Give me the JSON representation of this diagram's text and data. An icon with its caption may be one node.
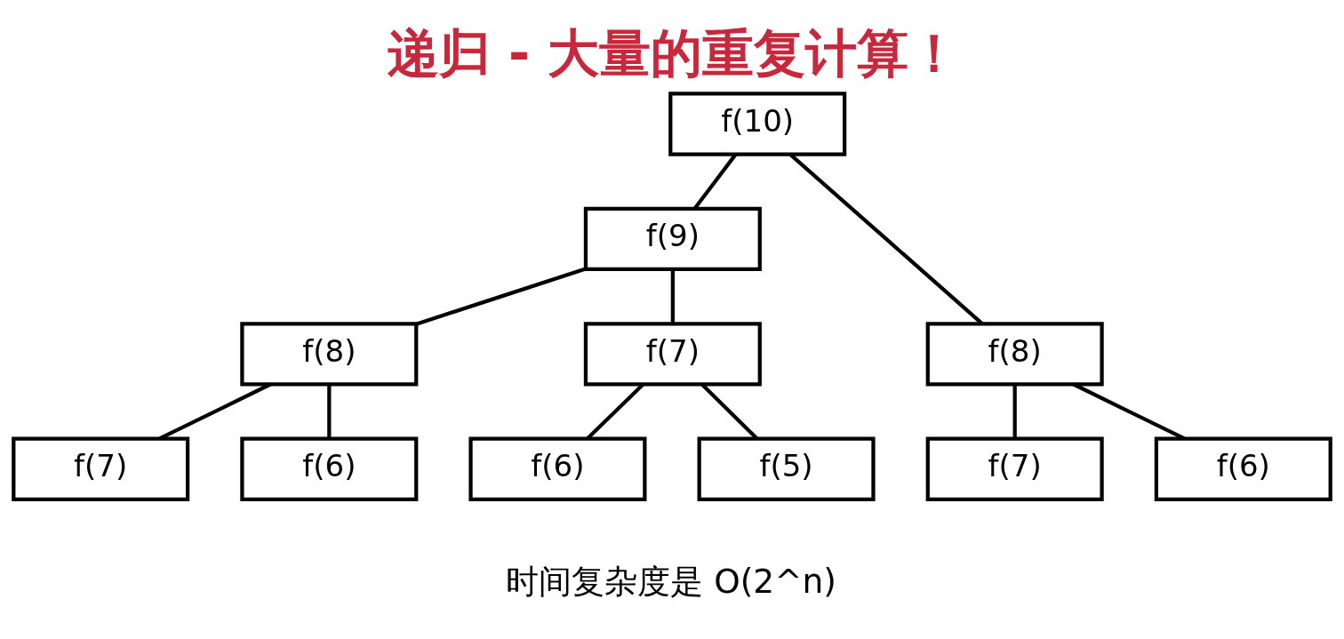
{
  "diagram": {
    "title": "递归 - 大量的重复计算！",
    "caption": "时间复杂度是 O(2^n)",
    "nodes": [
      {
        "text": [
          "f(10)"
        ]
      },
      {
        "text": [
          "f(9)"
        ]
      },
      {
        "text": [
          "f(8)"
        ]
      },
      {
        "text": [
          "f(8)"
        ]
      },
      {
        "text": [
          "f(7)"
        ]
      },
      {
        "text": [
          "f(7)"
        ]
      },
      {
        "text": [
          "f(6)"
        ]
      },
      {
        "text": [
          "f(7)"
        ]
      },
      {
        "text": [
          "f(6)"
        ]
      },
      {
        "text": [
          "f(6)"
        ]
      },
      {
        "text": [
          "f(5)"
        ]
      }
    ],
    "edges": [
      {
        "from": 0,
        "to": 1,
        "arrow": "none"
      },
      {
        "from": 0,
        "to": 2,
        "arrow": "none"
      },
      {
        "from": 1,
        "to": 3,
        "arrow": "none"
      },
      {
        "from": 1,
        "to": 4,
        "arrow": "none"
      },
      {
        "from": 2,
        "to": 5,
        "arrow": "none"
      },
      {
        "from": 2,
        "to": 6,
        "arrow": "none"
      },
      {
        "from": 3,
        "to": 7,
        "arrow": "none"
      },
      {
        "from": 3,
        "to": 8,
        "arrow": "none"
      },
      {
        "from": 4,
        "to": 9,
        "arrow": "none"
      },
      {
        "from": 4,
        "to": 10,
        "arrow": "none"
      }
    ]
  }
}
